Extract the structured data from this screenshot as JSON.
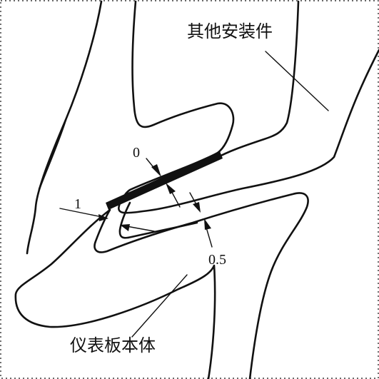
{
  "labels": {
    "other_parts": "其他安装件",
    "panel_body": "仪表板本体",
    "gap_zero": "0",
    "gap_one": "1",
    "gap_half": "0.5"
  },
  "colors": {
    "line": "#111111",
    "gasket": "#111111",
    "background": "#ffffff"
  }
}
